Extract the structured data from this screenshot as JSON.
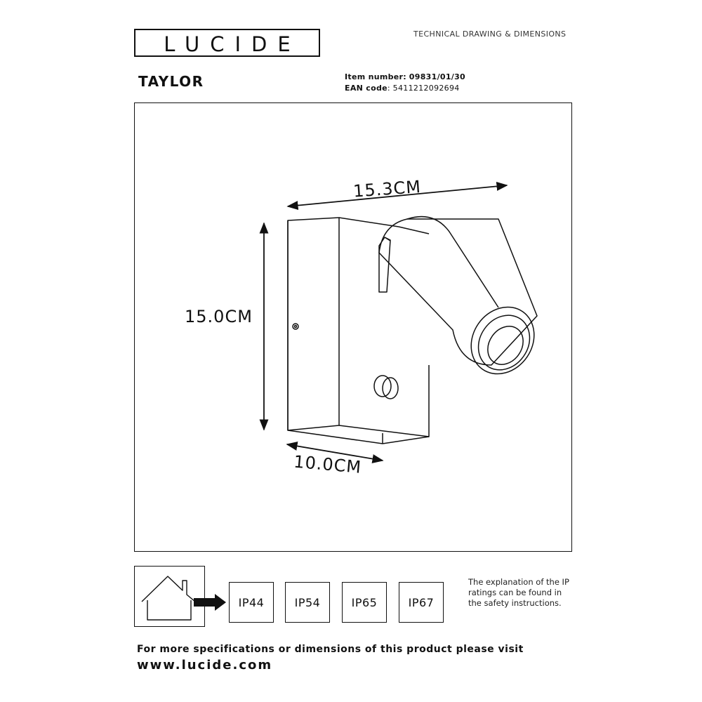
{
  "header": {
    "logo_text": "LUCIDE",
    "document_type": "TECHNICAL DRAWING & DIMENSIONS"
  },
  "product": {
    "name": "TAYLOR",
    "item_label": "Item number:",
    "item_value": "09831/01/30",
    "ean_label": "EAN code",
    "ean_value": ": 5411212092694"
  },
  "dimensions": {
    "width": "15.3CM",
    "height": "15.0CM",
    "depth": "10.0CM"
  },
  "ip_ratings": {
    "active": "IP44",
    "items": [
      "IP44",
      "IP54",
      "IP65",
      "IP67"
    ],
    "note": "The explanation of the IP ratings can be found in the safety instructions."
  },
  "footer": {
    "visit_text": "For more specifications or dimensions of this product please visit",
    "website": "www.lucide.com"
  }
}
